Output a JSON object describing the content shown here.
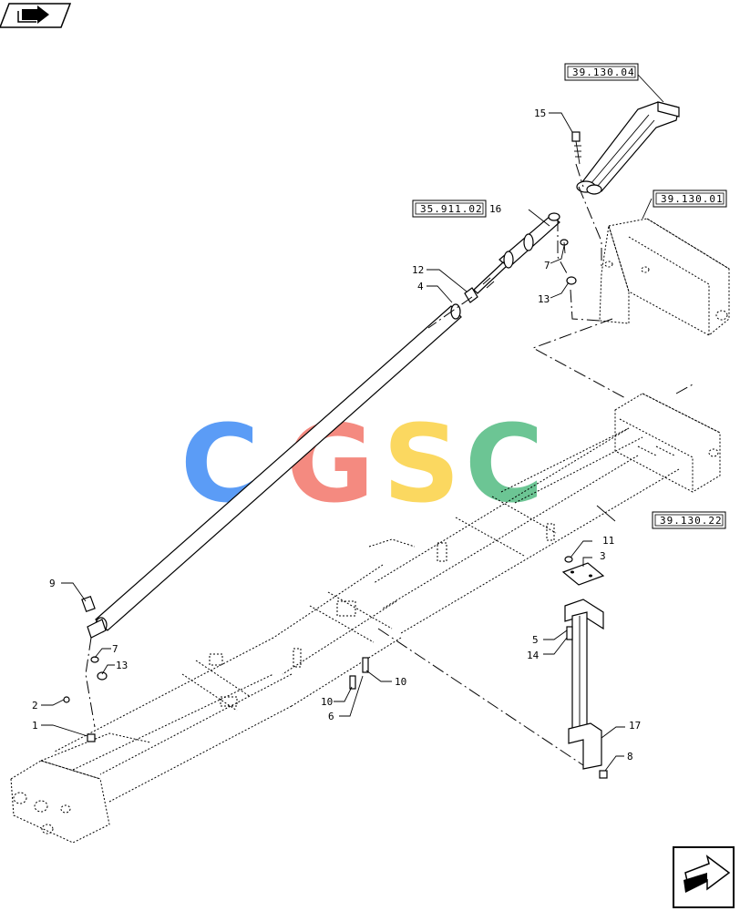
{
  "watermark": {
    "letters": [
      "C",
      "G",
      "S",
      "C"
    ],
    "colors": [
      "#5b9cf6",
      "#f48a80",
      "#fbd860",
      "#6cc594"
    ]
  },
  "icons": {
    "top_left": "book-arrow-icon",
    "bottom_right": "next-page-arrow-icon"
  },
  "references": {
    "ref_39_130_04": "39.130.04",
    "ref_35_911_02": "35.911.02",
    "ref_39_130_01": "39.130.01",
    "ref_39_130_22": "39.130.22"
  },
  "callouts": {
    "c15": "15",
    "c16": "16",
    "c7_top": "7",
    "c13_top": "13",
    "c12": "12",
    "c4": "4",
    "c11": "11",
    "c3": "3",
    "c5": "5",
    "c14": "14",
    "c9": "9",
    "c7_bot": "7",
    "c13_bot": "13",
    "c10_a": "10",
    "c10_b": "10",
    "c6": "6",
    "c2": "2",
    "c1": "1",
    "c17": "17",
    "c8": "8"
  }
}
